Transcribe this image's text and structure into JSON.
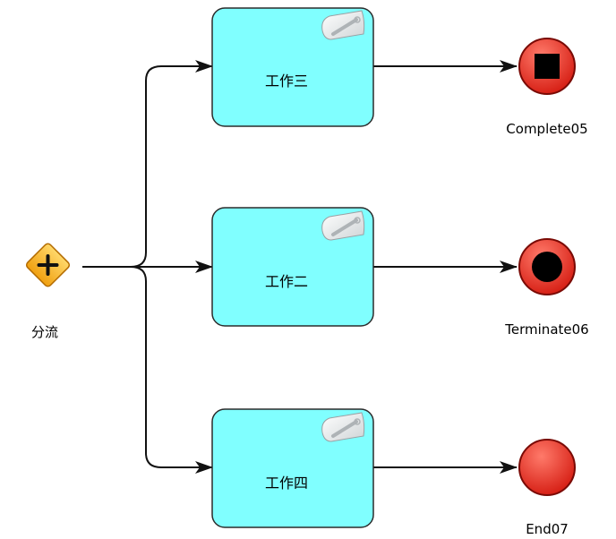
{
  "gateway": {
    "label": "分流",
    "type": "parallel"
  },
  "tasks": [
    {
      "label": "工作三"
    },
    {
      "label": "工作二"
    },
    {
      "label": "工作四"
    }
  ],
  "end_events": [
    {
      "label": "Complete05",
      "type": "complete"
    },
    {
      "label": "Terminate06",
      "type": "terminate"
    },
    {
      "label": "End07",
      "type": "end"
    }
  ],
  "colors": {
    "task_fill": "#80ffff",
    "task_stroke": "#2b2b2b",
    "gateway_fill": "#f7b91b",
    "event_fill": "#e8291c",
    "line": "#111111"
  }
}
